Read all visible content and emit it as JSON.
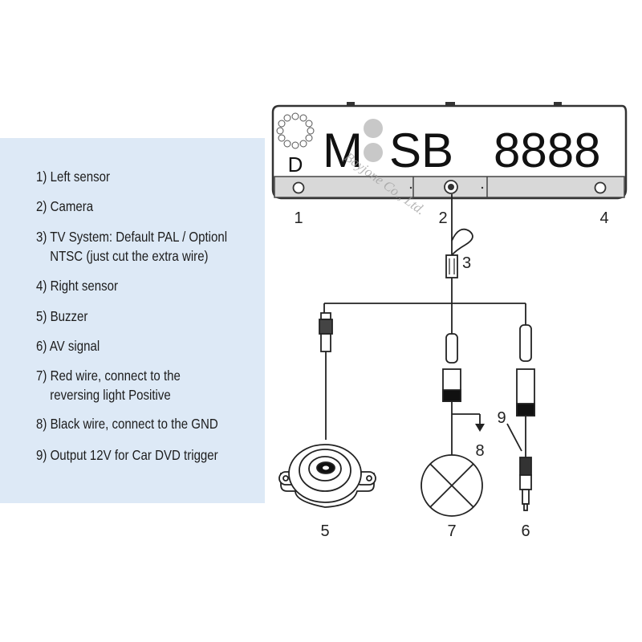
{
  "legend": {
    "items": [
      {
        "number": "1)",
        "text": "Left sensor"
      },
      {
        "number": "2)",
        "text": "Camera"
      },
      {
        "number": "3)",
        "text": "TV System: Default PAL / Optionl",
        "continuation": "NTSC (just cut the extra wire)"
      },
      {
        "number": "4)",
        "text": "Right sensor"
      },
      {
        "number": "5)",
        "text": "Buzzer"
      },
      {
        "number": "6)",
        "text": "AV signal"
      },
      {
        "number": "7)",
        "text": "Red wire, connect to the",
        "continuation": "reversing light Positive"
      },
      {
        "number": "8)",
        "text": "Black wire, connect to the GND"
      },
      {
        "number": "9)",
        "text": "Output 12V for Car DVD trigger"
      }
    ]
  },
  "plate": {
    "country": "D",
    "letter1": "M",
    "letters2": "SB",
    "digits": "8888"
  },
  "callouts": {
    "left_sensor": "1",
    "camera": "2",
    "tv_system": "3",
    "right_sensor": "4",
    "buzzer": "5",
    "av_signal": "6",
    "red_wire": "7",
    "black_wire": "8",
    "dvd_trigger": "9"
  },
  "watermark": "Bayjone Co., Ltd."
}
